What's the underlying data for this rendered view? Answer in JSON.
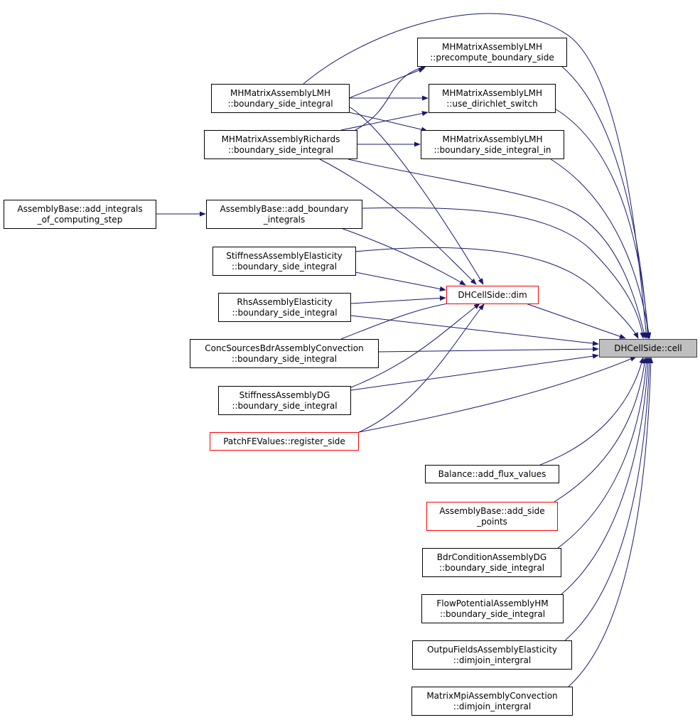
{
  "graph": {
    "type": "caller-graph",
    "edge_color": "#191970",
    "nodes": {
      "precompute": [
        "MHMatrixAssemblyLMH",
        "::precompute_boundary_side"
      ],
      "lmh_bsi": [
        "MHMatrixAssemblyLMH",
        "::boundary_side_integral"
      ],
      "use_dirichlet": [
        "MHMatrixAssemblyLMH",
        "::use_dirichlet_switch"
      ],
      "richards": [
        "MHMatrixAssemblyRichards",
        "::boundary_side_integral"
      ],
      "bsi_in": [
        "MHMatrixAssemblyLMH",
        "::boundary_side_integral_in"
      ],
      "ab_add_int": [
        "AssemblyBase::add_integrals",
        "_of_computing_step"
      ],
      "ab_add_boundary": [
        "AssemblyBase::add_boundary",
        "_integrals"
      ],
      "stiff_elast": [
        "StiffnessAssemblyElasticity",
        "::boundary_side_integral"
      ],
      "dim": [
        "DHCellSide::dim"
      ],
      "rhs_elast": [
        "RhsAssemblyElasticity",
        "::boundary_side_integral"
      ],
      "conc": [
        "ConcSourcesBdrAssemblyConvection",
        "::boundary_side_integral"
      ],
      "cell": [
        "DHCellSide::cell"
      ],
      "stiff_dg": [
        "StiffnessAssemblyDG",
        "::boundary_side_integral"
      ],
      "patch": [
        "PatchFEValues::register_side"
      ],
      "balance": [
        "Balance::add_flux_values"
      ],
      "ab_add_side": [
        "AssemblyBase::add_side",
        "_points"
      ],
      "bdr": [
        "BdrConditionAssemblyDG",
        "::boundary_side_integral"
      ],
      "flow": [
        "FlowPotentialAssemblyHM",
        "::boundary_side_integral"
      ],
      "outpu": [
        "OutpuFieldsAssemblyElasticity",
        "::dimjoin_intergral"
      ],
      "matrixmpi": [
        "MatrixMpiAssemblyConvection",
        "::dimjoin_intergral"
      ]
    }
  }
}
